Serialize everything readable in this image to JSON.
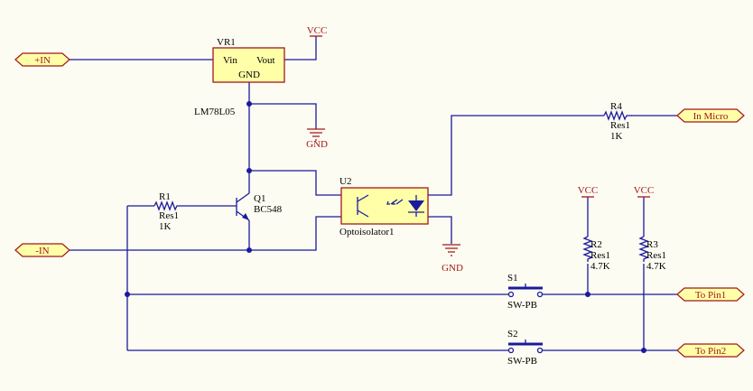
{
  "ports": {
    "in_pos": "+IN",
    "in_neg": "-IN",
    "in_micro": "In Micro",
    "to_pin1": "To Pin1",
    "to_pin2": "To Pin2"
  },
  "power": {
    "vcc": "VCC",
    "gnd": "GND"
  },
  "vr1": {
    "designator": "VR1",
    "part": "LM78L05",
    "pin_vin": "Vin",
    "pin_vout": "Vout",
    "pin_gnd": "GND"
  },
  "q1": {
    "designator": "Q1",
    "part": "BC548"
  },
  "u2": {
    "designator": "U2",
    "part": "Optoisolator1"
  },
  "r1": {
    "designator": "R1",
    "part": "Res1",
    "value": "1K"
  },
  "r2": {
    "designator": "R2",
    "part": "Res1",
    "value": "4.7K"
  },
  "r3": {
    "designator": "R3",
    "part": "Res1",
    "value": "4.7K"
  },
  "r4": {
    "designator": "R4",
    "part": "Res1",
    "value": "1K"
  },
  "s1": {
    "designator": "S1",
    "part": "SW-PB"
  },
  "s2": {
    "designator": "S2",
    "part": "SW-PB"
  }
}
